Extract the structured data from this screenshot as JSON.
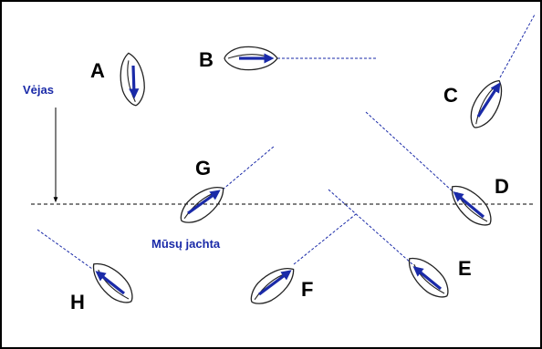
{
  "labels": {
    "wind": "Vėjas",
    "our_yacht": "Mūsų jachta"
  },
  "boats": [
    {
      "id": "A",
      "label": "A"
    },
    {
      "id": "B",
      "label": "B"
    },
    {
      "id": "C",
      "label": "C"
    },
    {
      "id": "D",
      "label": "D"
    },
    {
      "id": "E",
      "label": "E"
    },
    {
      "id": "F",
      "label": "F"
    },
    {
      "id": "G",
      "label": "G"
    },
    {
      "id": "H",
      "label": "H"
    }
  ],
  "colors": {
    "accent": "#1a2aa8",
    "line": "#000000",
    "background": "#ffffff"
  }
}
